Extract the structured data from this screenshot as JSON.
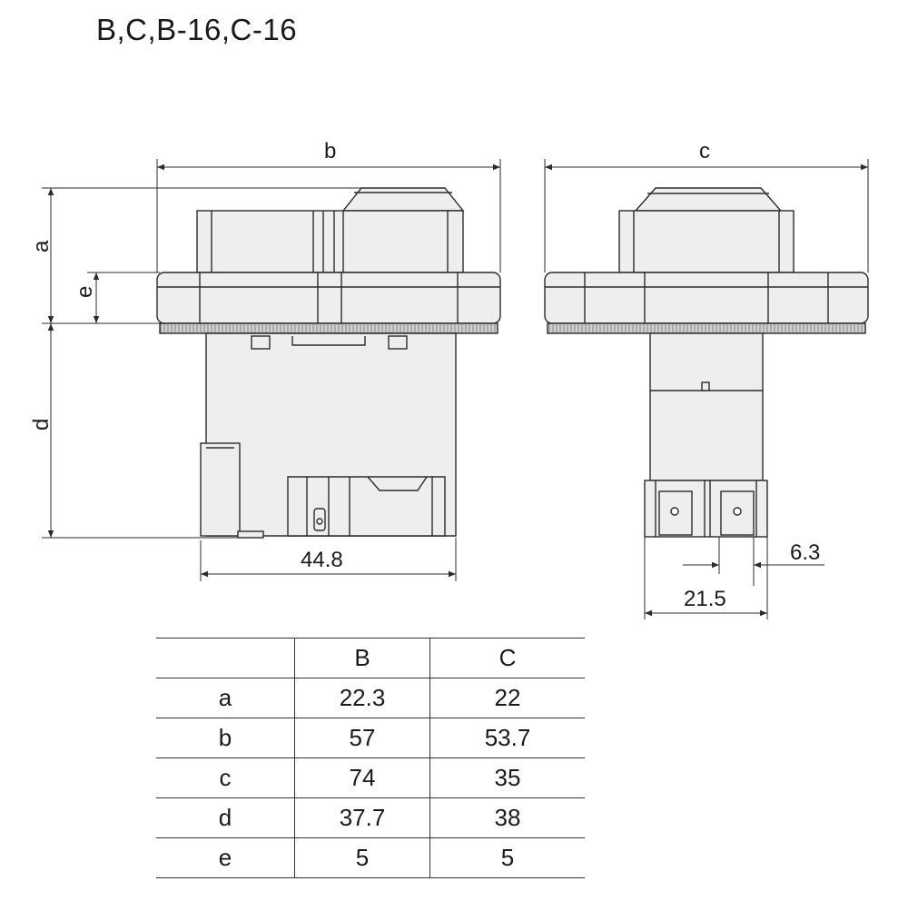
{
  "title": "B,C,B-16,C-16",
  "labels": {
    "a": "a",
    "b": "b",
    "c": "c",
    "d": "d",
    "e": "e",
    "width_front": "44.8",
    "terminal_width": "6.3",
    "terminal_span": "21.5"
  },
  "table": {
    "headers": [
      "",
      "B",
      "C"
    ],
    "rows": [
      {
        "dim": "a",
        "B": "22.3",
        "C": "22"
      },
      {
        "dim": "b",
        "B": "57",
        "C": "53.7"
      },
      {
        "dim": "c",
        "B": "74",
        "C": "35"
      },
      {
        "dim": "d",
        "B": "37.7",
        "C": "38"
      },
      {
        "dim": "e",
        "B": "5",
        "C": "5"
      }
    ]
  },
  "colors": {
    "body_fill": "#eeeeee",
    "line": "#2b2b2b",
    "knurl": "#9a9a9a"
  }
}
